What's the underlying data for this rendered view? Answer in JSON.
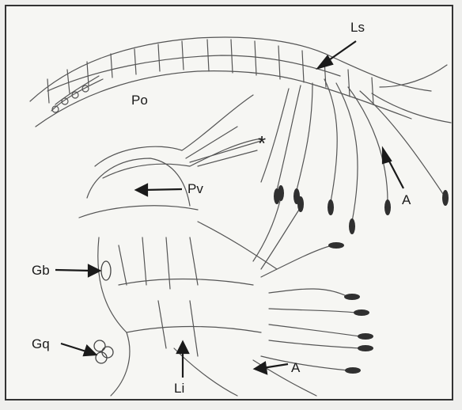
{
  "labels": {
    "ls": "Ls",
    "po": "Po",
    "asterisk": "*",
    "pv": "Pv",
    "a_upper": "A",
    "gb": "Gb",
    "gq": "Gq",
    "li": "Li",
    "a_lower": "A"
  },
  "colors": {
    "ink": "#2a2a2a",
    "cell": "#555555",
    "tip": "#303030",
    "paper": "#f6f6f3"
  }
}
